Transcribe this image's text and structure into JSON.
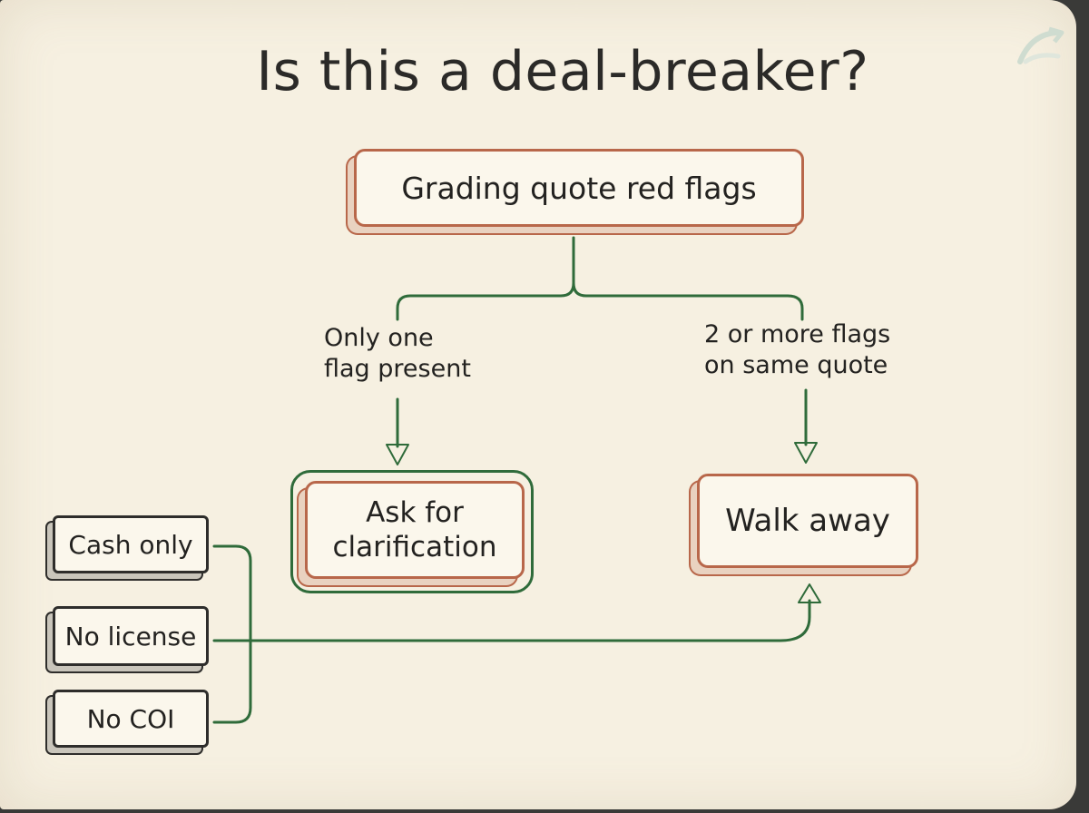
{
  "title": "Is this a deal-breaker?",
  "root": {
    "label": "Grading quote red flags"
  },
  "branches": [
    {
      "label": "Only one\nflag present",
      "target": "Ask for\nclarification"
    },
    {
      "label": "2 or more flags\non same quote",
      "target": "Walk away"
    }
  ],
  "flags": [
    "Cash only",
    "No license",
    "No COI"
  ],
  "colors": {
    "paper": "#f6f0e1",
    "orange": "#b8674a",
    "green": "#2f6b3a",
    "ink": "#2b2a28"
  }
}
